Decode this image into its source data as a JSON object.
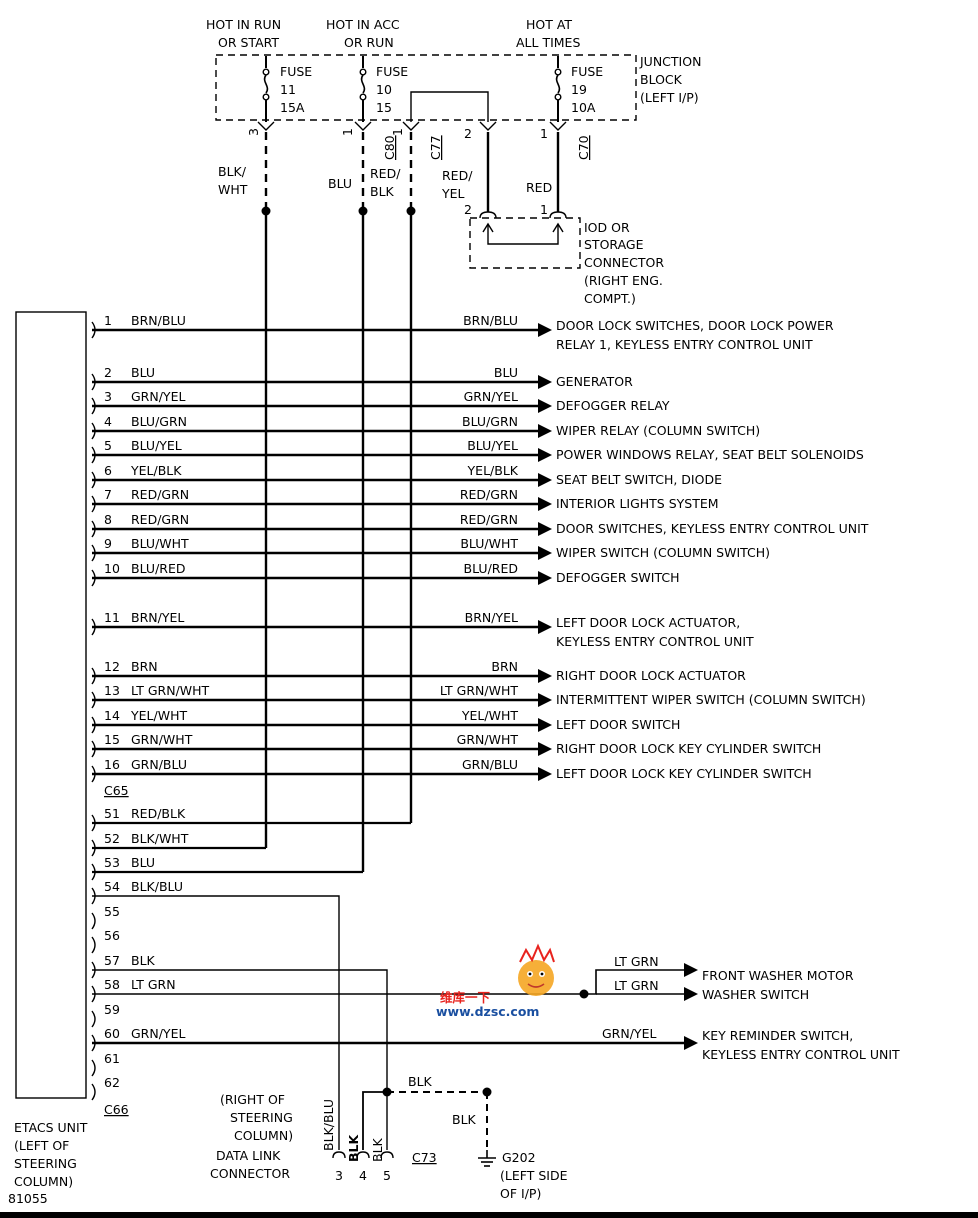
{
  "fuses": [
    {
      "header1": "HOT IN RUN",
      "header2": "OR START",
      "label": "FUSE",
      "number": "11",
      "rating": "15A",
      "pin": "3"
    },
    {
      "header1": "HOT IN ACC",
      "header2": "OR RUN",
      "label": "FUSE",
      "number": "10",
      "rating": "15",
      "pin": "1"
    },
    {
      "header1": "HOT AT",
      "header2": "ALL TIMES",
      "label": "FUSE",
      "number": "19",
      "rating": "10A",
      "pin": "1"
    }
  ],
  "junction_block": {
    "line1": "JUNCTION",
    "line2": "BLOCK",
    "line3": "(LEFT I/P)"
  },
  "connectors": {
    "c80": "C80",
    "c77": "C77",
    "c70": "C70",
    "c77_pin_left": "1",
    "c77_pin_right": "2",
    "c65": "C65",
    "c66": "C66",
    "c73": "C73"
  },
  "feed_wires": {
    "blk_wht": {
      "line1": "BLK/",
      "line2": "WHT"
    },
    "blu": "BLU",
    "red_blk": {
      "line1": "RED/",
      "line2": "BLK"
    },
    "red_yel": {
      "line1": "RED/",
      "line2": "YEL"
    },
    "red": "RED"
  },
  "iod": {
    "pin_left": "2",
    "pin_right": "1",
    "line1": "IOD OR",
    "line2": "STORAGE",
    "line3": "CONNECTOR",
    "line4": "(RIGHT ENG.",
    "line5": "COMPT.)"
  },
  "etacs_wires": [
    {
      "pin": "1",
      "wire": "BRN/BLU",
      "wire_right": "BRN/BLU",
      "dest": "DOOR LOCK SWITCHES, DOOR LOCK POWER",
      "dest2": "RELAY 1, KEYLESS ENTRY CONTROL UNIT"
    },
    {
      "pin": "2",
      "wire": "BLU",
      "wire_right": "BLU",
      "dest": "GENERATOR",
      "dest2": ""
    },
    {
      "pin": "3",
      "wire": "GRN/YEL",
      "wire_right": "GRN/YEL",
      "dest": "DEFOGGER RELAY",
      "dest2": ""
    },
    {
      "pin": "4",
      "wire": "BLU/GRN",
      "wire_right": "BLU/GRN",
      "dest": "WIPER RELAY (COLUMN SWITCH)",
      "dest2": ""
    },
    {
      "pin": "5",
      "wire": "BLU/YEL",
      "wire_right": "BLU/YEL",
      "dest": "POWER WINDOWS RELAY, SEAT BELT SOLENOIDS",
      "dest2": ""
    },
    {
      "pin": "6",
      "wire": "YEL/BLK",
      "wire_right": "YEL/BLK",
      "dest": "SEAT BELT SWITCH, DIODE",
      "dest2": ""
    },
    {
      "pin": "7",
      "wire": "RED/GRN",
      "wire_right": "RED/GRN",
      "dest": "INTERIOR LIGHTS SYSTEM",
      "dest2": ""
    },
    {
      "pin": "8",
      "wire": "RED/GRN",
      "wire_right": "RED/GRN",
      "dest": "DOOR SWITCHES, KEYLESS ENTRY CONTROL UNIT",
      "dest2": ""
    },
    {
      "pin": "9",
      "wire": "BLU/WHT",
      "wire_right": "BLU/WHT",
      "dest": "WIPER SWITCH (COLUMN SWITCH)",
      "dest2": ""
    },
    {
      "pin": "10",
      "wire": "BLU/RED",
      "wire_right": "BLU/RED",
      "dest": "DEFOGGER SWITCH",
      "dest2": ""
    },
    {
      "pin": "11",
      "wire": "BRN/YEL",
      "wire_right": "BRN/YEL",
      "dest": "LEFT DOOR LOCK ACTUATOR,",
      "dest2": "KEYLESS ENTRY CONTROL UNIT"
    },
    {
      "pin": "12",
      "wire": "BRN",
      "wire_right": "BRN",
      "dest": "RIGHT DOOR LOCK ACTUATOR",
      "dest2": ""
    },
    {
      "pin": "13",
      "wire": "LT GRN/WHT",
      "wire_right": "LT GRN/WHT",
      "dest": "INTERMITTENT WIPER SWITCH (COLUMN SWITCH)",
      "dest2": ""
    },
    {
      "pin": "14",
      "wire": "YEL/WHT",
      "wire_right": "YEL/WHT",
      "dest": "LEFT DOOR SWITCH",
      "dest2": ""
    },
    {
      "pin": "15",
      "wire": "GRN/WHT",
      "wire_right": "GRN/WHT",
      "dest": "RIGHT DOOR LOCK KEY CYLINDER SWITCH",
      "dest2": ""
    },
    {
      "pin": "16",
      "wire": "GRN/BLU",
      "wire_right": "GRN/BLU",
      "dest": "LEFT DOOR LOCK KEY CYLINDER SWITCH",
      "dest2": ""
    }
  ],
  "lower_pins": [
    {
      "pin": "51",
      "wire": "RED/BLK"
    },
    {
      "pin": "52",
      "wire": "BLK/WHT"
    },
    {
      "pin": "53",
      "wire": "BLU"
    },
    {
      "pin": "54",
      "wire": "BLK/BLU"
    },
    {
      "pin": "55",
      "wire": ""
    },
    {
      "pin": "56",
      "wire": ""
    },
    {
      "pin": "57",
      "wire": "BLK"
    },
    {
      "pin": "58",
      "wire": "LT GRN"
    },
    {
      "pin": "59",
      "wire": ""
    },
    {
      "pin": "60",
      "wire": "GRN/YEL"
    },
    {
      "pin": "61",
      "wire": ""
    },
    {
      "pin": "62",
      "wire": ""
    }
  ],
  "washer": {
    "wire1": "LT GRN",
    "dest1": "FRONT WASHER MOTOR",
    "wire2": "LT GRN",
    "dest2": "WASHER SWITCH"
  },
  "key_reminder": {
    "wire": "GRN/YEL",
    "dest1": "KEY REMINDER SWITCH,",
    "dest2": "KEYLESS ENTRY CONTROL UNIT"
  },
  "dlc": {
    "loc1": "(RIGHT OF",
    "loc2": "STEERING",
    "loc3": "COLUMN)",
    "name1": "DATA LINK",
    "name2": "CONNECTOR",
    "wire_blk_blu": "BLK/BLU",
    "wire_blk_bold": "BLK",
    "wire_blk": "BLK",
    "pin3": "3",
    "pin4": "4",
    "pin5": "5"
  },
  "ground": {
    "wire_top": "BLK",
    "wire_side": "BLK",
    "name": "G202",
    "loc1": "(LEFT SIDE",
    "loc2": "OF I/P)"
  },
  "etacs_unit": {
    "line1": "ETACS UNIT",
    "line2": "(LEFT OF",
    "line3": "STEERING",
    "line4": "COLUMN)",
    "figure_id": "81055"
  },
  "watermark": {
    "line1": "维库一下",
    "site": "www.dzsc.com"
  },
  "colors": {
    "line": "#000000",
    "watermark_red": "#e8231e",
    "watermark_orange": "#f5a623",
    "watermark_blue": "#1a4fa0"
  }
}
